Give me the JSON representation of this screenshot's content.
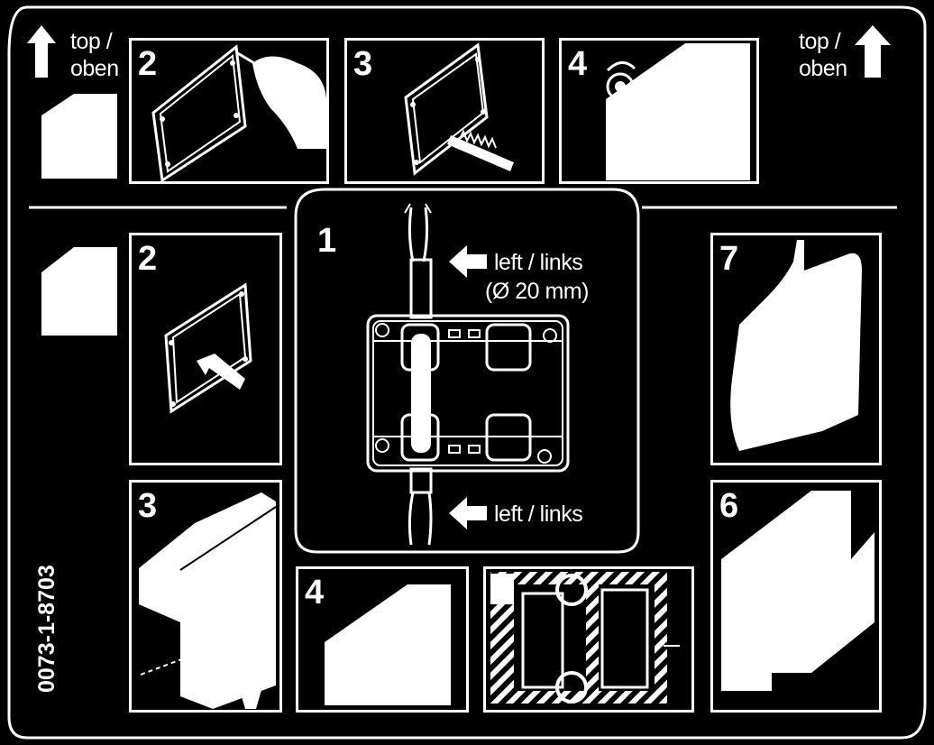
{
  "top_left_label": {
    "line1": "top /",
    "line2": "oben"
  },
  "top_right_label": {
    "line1": "top /",
    "line2": "oben"
  },
  "cable_top_label": {
    "line1": "left / links",
    "line2": "(Ø 20 mm)"
  },
  "cable_bottom_label": "left / links",
  "doc_code": "0073-1-8703",
  "steps": {
    "top_2": "2",
    "top_3": "3",
    "top_4": "4",
    "center_1": "1",
    "mid_2": "2",
    "mid_7": "7",
    "bot_3": "3",
    "bot_4": "4",
    "bot_6": "6"
  },
  "colors": {
    "background": "#000000",
    "line": "#ffffff"
  },
  "icons": [
    "up-arrow-icon",
    "left-arrow-icon",
    "drill-icon",
    "saw-icon",
    "tape-icon",
    "cable-icon"
  ]
}
